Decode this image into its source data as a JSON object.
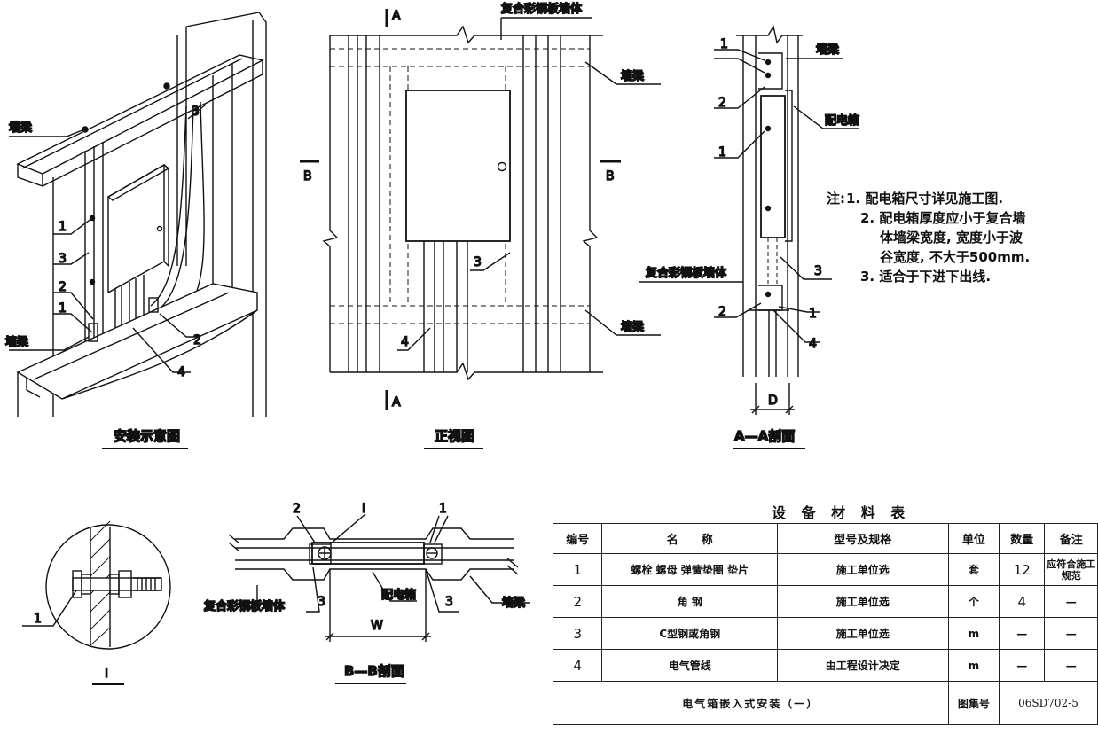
{
  "labels": {
    "wall_beam": "墙梁",
    "composite_wall": "复合彩钢板墙体",
    "dist_box": "配电箱",
    "section_a": "A",
    "section_b": "B",
    "dim_d": "D",
    "dim_w": "W",
    "detail_i": "I",
    "n1": "1",
    "n2": "2",
    "n3": "3",
    "n4": "4"
  },
  "captions": {
    "install": "安装示意图",
    "front": "正视图",
    "aa": "A—A剖面",
    "bb": "B—B剖面",
    "detail": "I"
  },
  "notes": {
    "head": "注:",
    "lines": [
      "1. 配电箱尺寸详见施工图.",
      "2. 配电箱厚度应小于复合墙",
      "体墙梁宽度, 宽度小于波",
      "谷宽度, 不大于500mm.",
      "3. 适合于下进下出线."
    ]
  },
  "table": {
    "title": "设 备 材 料 表",
    "headers": [
      "编号",
      "名　　称",
      "型号及规格",
      "单位",
      "数量",
      "备注"
    ],
    "rows": [
      {
        "no": "1",
        "name": "螺栓 螺母 弹簧垫圈 垫片",
        "spec": "施工单位选",
        "unit": "套",
        "qty": "12",
        "remark": "应符合施工规范"
      },
      {
        "no": "2",
        "name": "角 钢",
        "spec": "施工单位选",
        "unit": "个",
        "qty": "4",
        "remark": "—"
      },
      {
        "no": "3",
        "name": "C型钢或角钢",
        "spec": "施工单位选",
        "unit": "m",
        "qty": "—",
        "remark": "—"
      },
      {
        "no": "4",
        "name": "电气管线",
        "spec": "由工程设计决定",
        "unit": "m",
        "qty": "—",
        "remark": "—"
      }
    ],
    "footer_title": "电气箱嵌入式安装（一）",
    "atlas_label": "图集号",
    "atlas_no": "06SD702-5"
  }
}
